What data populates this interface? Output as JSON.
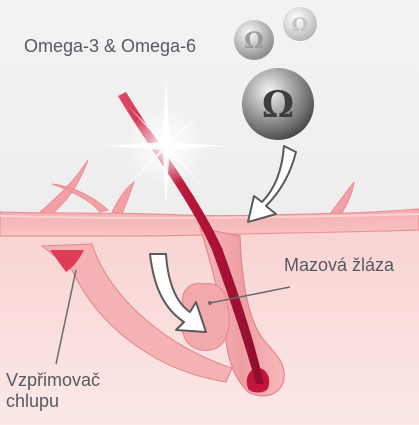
{
  "labels": {
    "omega_title": "Omega-3 & Omega-6",
    "sebaceous_gland": "Mazová žláza",
    "arrector_line1": "Vzpřimovač",
    "arrector_line2": "chlupu"
  },
  "omega_symbol": "Ω",
  "icons": {
    "omega_molecules": "omega-sphere",
    "arrows": "hollow-white-arrow",
    "sparkle": "light-sparkle"
  },
  "colors": {
    "background": "#efefef",
    "epidermis": "#f5b5b7",
    "dermis_top": "#f8d7d6",
    "dermis_bottom": "#fae6e4",
    "hair": "#c01a3e",
    "muscle": "#e0405a",
    "gland": "#f2a3a3",
    "label_text": "#555a61",
    "arrow_outline": "#5a5a5a"
  }
}
